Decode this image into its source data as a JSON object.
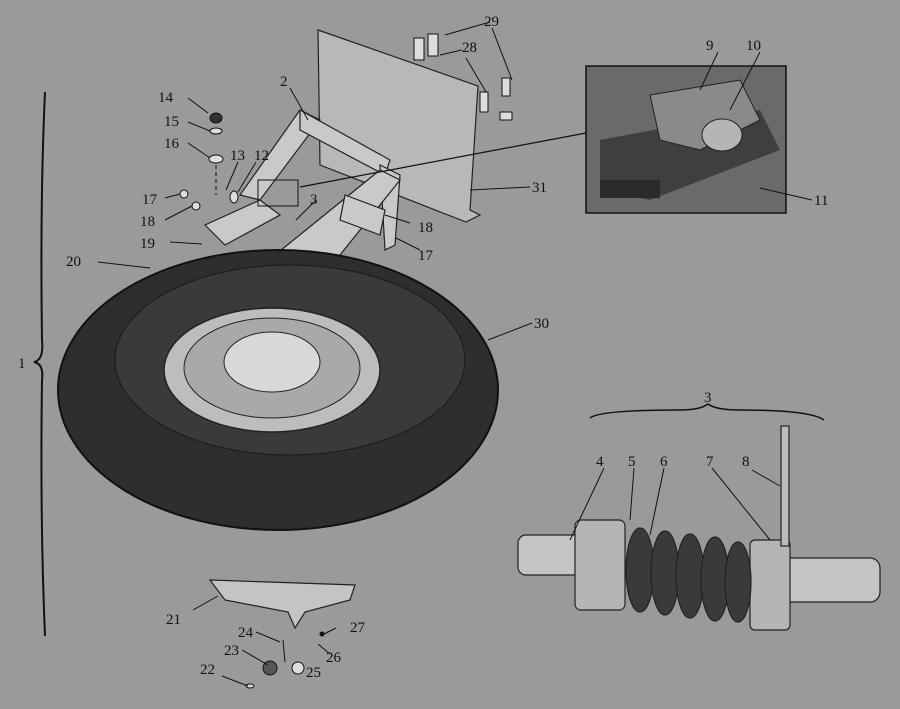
{
  "labels": {
    "l1": "1",
    "l2": "2",
    "l3a": "3",
    "l3b": "3",
    "l4": "4",
    "l5": "5",
    "l6": "6",
    "l7": "7",
    "l8": "8",
    "l9": "9",
    "l10": "10",
    "l11": "11",
    "l12": "12",
    "l13": "13",
    "l14": "14",
    "l15": "15",
    "l16": "16",
    "l17a": "17",
    "l17b": "17",
    "l18a": "18",
    "l18b": "18",
    "l19": "19",
    "l20": "20",
    "l21": "21",
    "l22": "22",
    "l23": "23",
    "l24": "24",
    "l25": "25",
    "l26": "26",
    "l27": "27",
    "l28": "28",
    "l29": "29",
    "l30": "30",
    "l31": "31"
  },
  "colors": {
    "background": "#9a9a9a",
    "tire": "#2e2e2e",
    "metal": "#c4c4c4",
    "line": "#111111"
  }
}
